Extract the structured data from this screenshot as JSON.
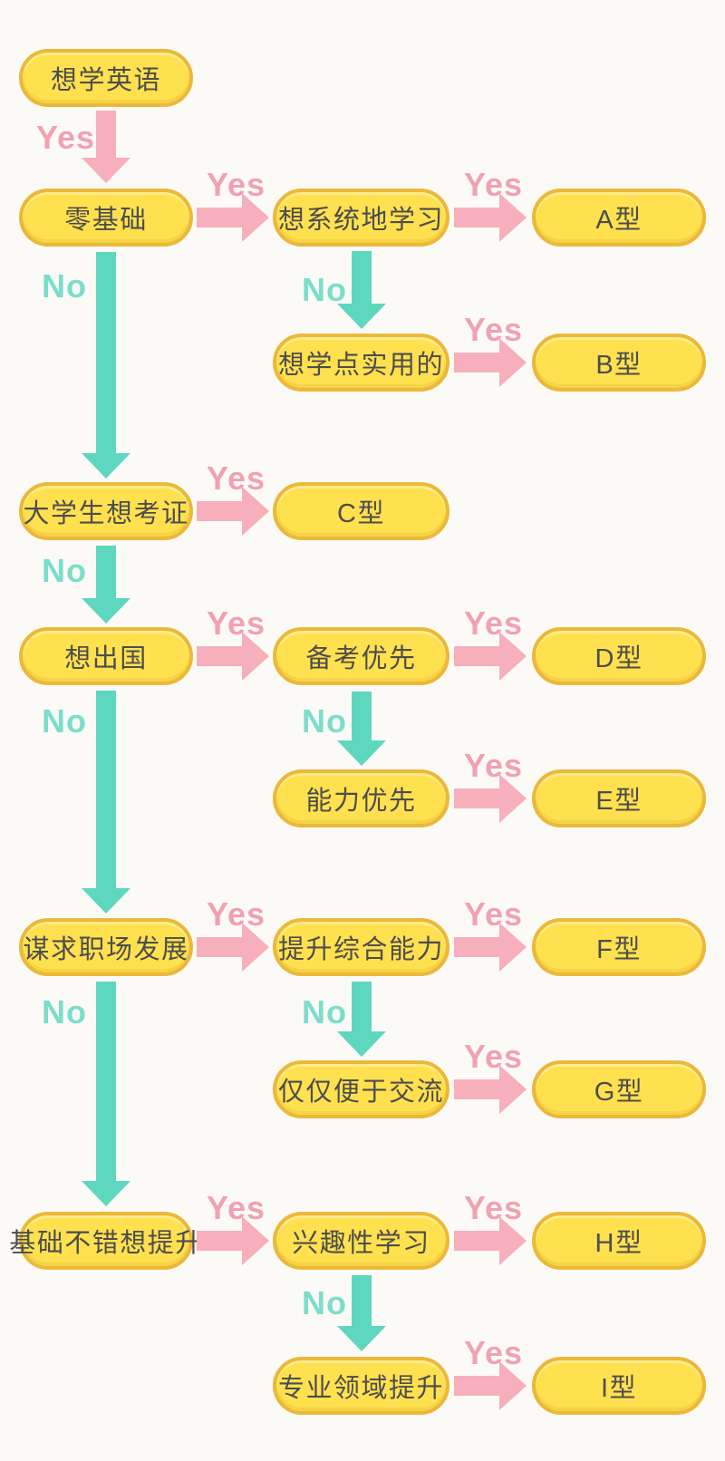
{
  "page": {
    "background": "#FCFAF7"
  },
  "palette": {
    "box_fill": "#FFE150",
    "box_border": "#EBB838",
    "box_text": "#4D4D4D",
    "yes_label": "#F1A2B0",
    "yes_arrow": "#F6AFBB",
    "no_label": "#7BDECA",
    "no_arrow": "#5ED7BF"
  },
  "labels": {
    "yes": "Yes",
    "no": "No"
  },
  "nodes": [
    {
      "id": "want-learn-english",
      "label": "想学英语"
    },
    {
      "id": "zero-basis",
      "label": "零基础"
    },
    {
      "id": "systematic-study",
      "label": "想系统地学习"
    },
    {
      "id": "type-a",
      "label": "A型"
    },
    {
      "id": "practical-study",
      "label": "想学点实用的"
    },
    {
      "id": "type-b",
      "label": "B型"
    },
    {
      "id": "college-cert",
      "label": "大学生想考证"
    },
    {
      "id": "type-c",
      "label": "C型"
    },
    {
      "id": "go-abroad",
      "label": "想出国"
    },
    {
      "id": "exam-prep-first",
      "label": "备考优先"
    },
    {
      "id": "type-d",
      "label": "D型"
    },
    {
      "id": "ability-first",
      "label": "能力优先"
    },
    {
      "id": "type-e",
      "label": "E型"
    },
    {
      "id": "career-development",
      "label": "谋求职场发展"
    },
    {
      "id": "comprehensive-ability",
      "label": "提升综合能力"
    },
    {
      "id": "type-f",
      "label": "F型"
    },
    {
      "id": "just-communication",
      "label": "仅仅便于交流"
    },
    {
      "id": "type-g",
      "label": "G型"
    },
    {
      "id": "good-basis-improve",
      "label": "基础不错想提升"
    },
    {
      "id": "interest-study",
      "label": "兴趣性学习"
    },
    {
      "id": "type-h",
      "label": "H型"
    },
    {
      "id": "professional-field",
      "label": "专业领域提升"
    },
    {
      "id": "type-i",
      "label": "I型"
    }
  ],
  "edges": [
    {
      "from": "想学英语",
      "to": "零基础",
      "label": "Yes"
    },
    {
      "from": "零基础",
      "to": "想系统地学习",
      "label": "Yes"
    },
    {
      "from": "想系统地学习",
      "to": "A型",
      "label": "Yes"
    },
    {
      "from": "想系统地学习",
      "to": "想学点实用的",
      "label": "No"
    },
    {
      "from": "想学点实用的",
      "to": "B型",
      "label": "Yes"
    },
    {
      "from": "零基础",
      "to": "大学生想考证",
      "label": "No"
    },
    {
      "from": "大学生想考证",
      "to": "C型",
      "label": "Yes"
    },
    {
      "from": "大学生想考证",
      "to": "想出国",
      "label": "No"
    },
    {
      "from": "想出国",
      "to": "备考优先",
      "label": "Yes"
    },
    {
      "from": "备考优先",
      "to": "D型",
      "label": "Yes"
    },
    {
      "from": "备考优先",
      "to": "能力优先",
      "label": "No"
    },
    {
      "from": "能力优先",
      "to": "E型",
      "label": "Yes"
    },
    {
      "from": "想出国",
      "to": "谋求职场发展",
      "label": "No"
    },
    {
      "from": "谋求职场发展",
      "to": "提升综合能力",
      "label": "Yes"
    },
    {
      "from": "提升综合能力",
      "to": "F型",
      "label": "Yes"
    },
    {
      "from": "提升综合能力",
      "to": "仅仅便于交流",
      "label": "No"
    },
    {
      "from": "仅仅便于交流",
      "to": "G型",
      "label": "Yes"
    },
    {
      "from": "谋求职场发展",
      "to": "基础不错想提升",
      "label": "No"
    },
    {
      "from": "基础不错想提升",
      "to": "兴趣性学习",
      "label": "Yes"
    },
    {
      "from": "兴趣性学习",
      "to": "H型",
      "label": "Yes"
    },
    {
      "from": "兴趣性学习",
      "to": "专业领域提升",
      "label": "No"
    },
    {
      "from": "专业领域提升",
      "to": "I型",
      "label": "Yes"
    }
  ]
}
